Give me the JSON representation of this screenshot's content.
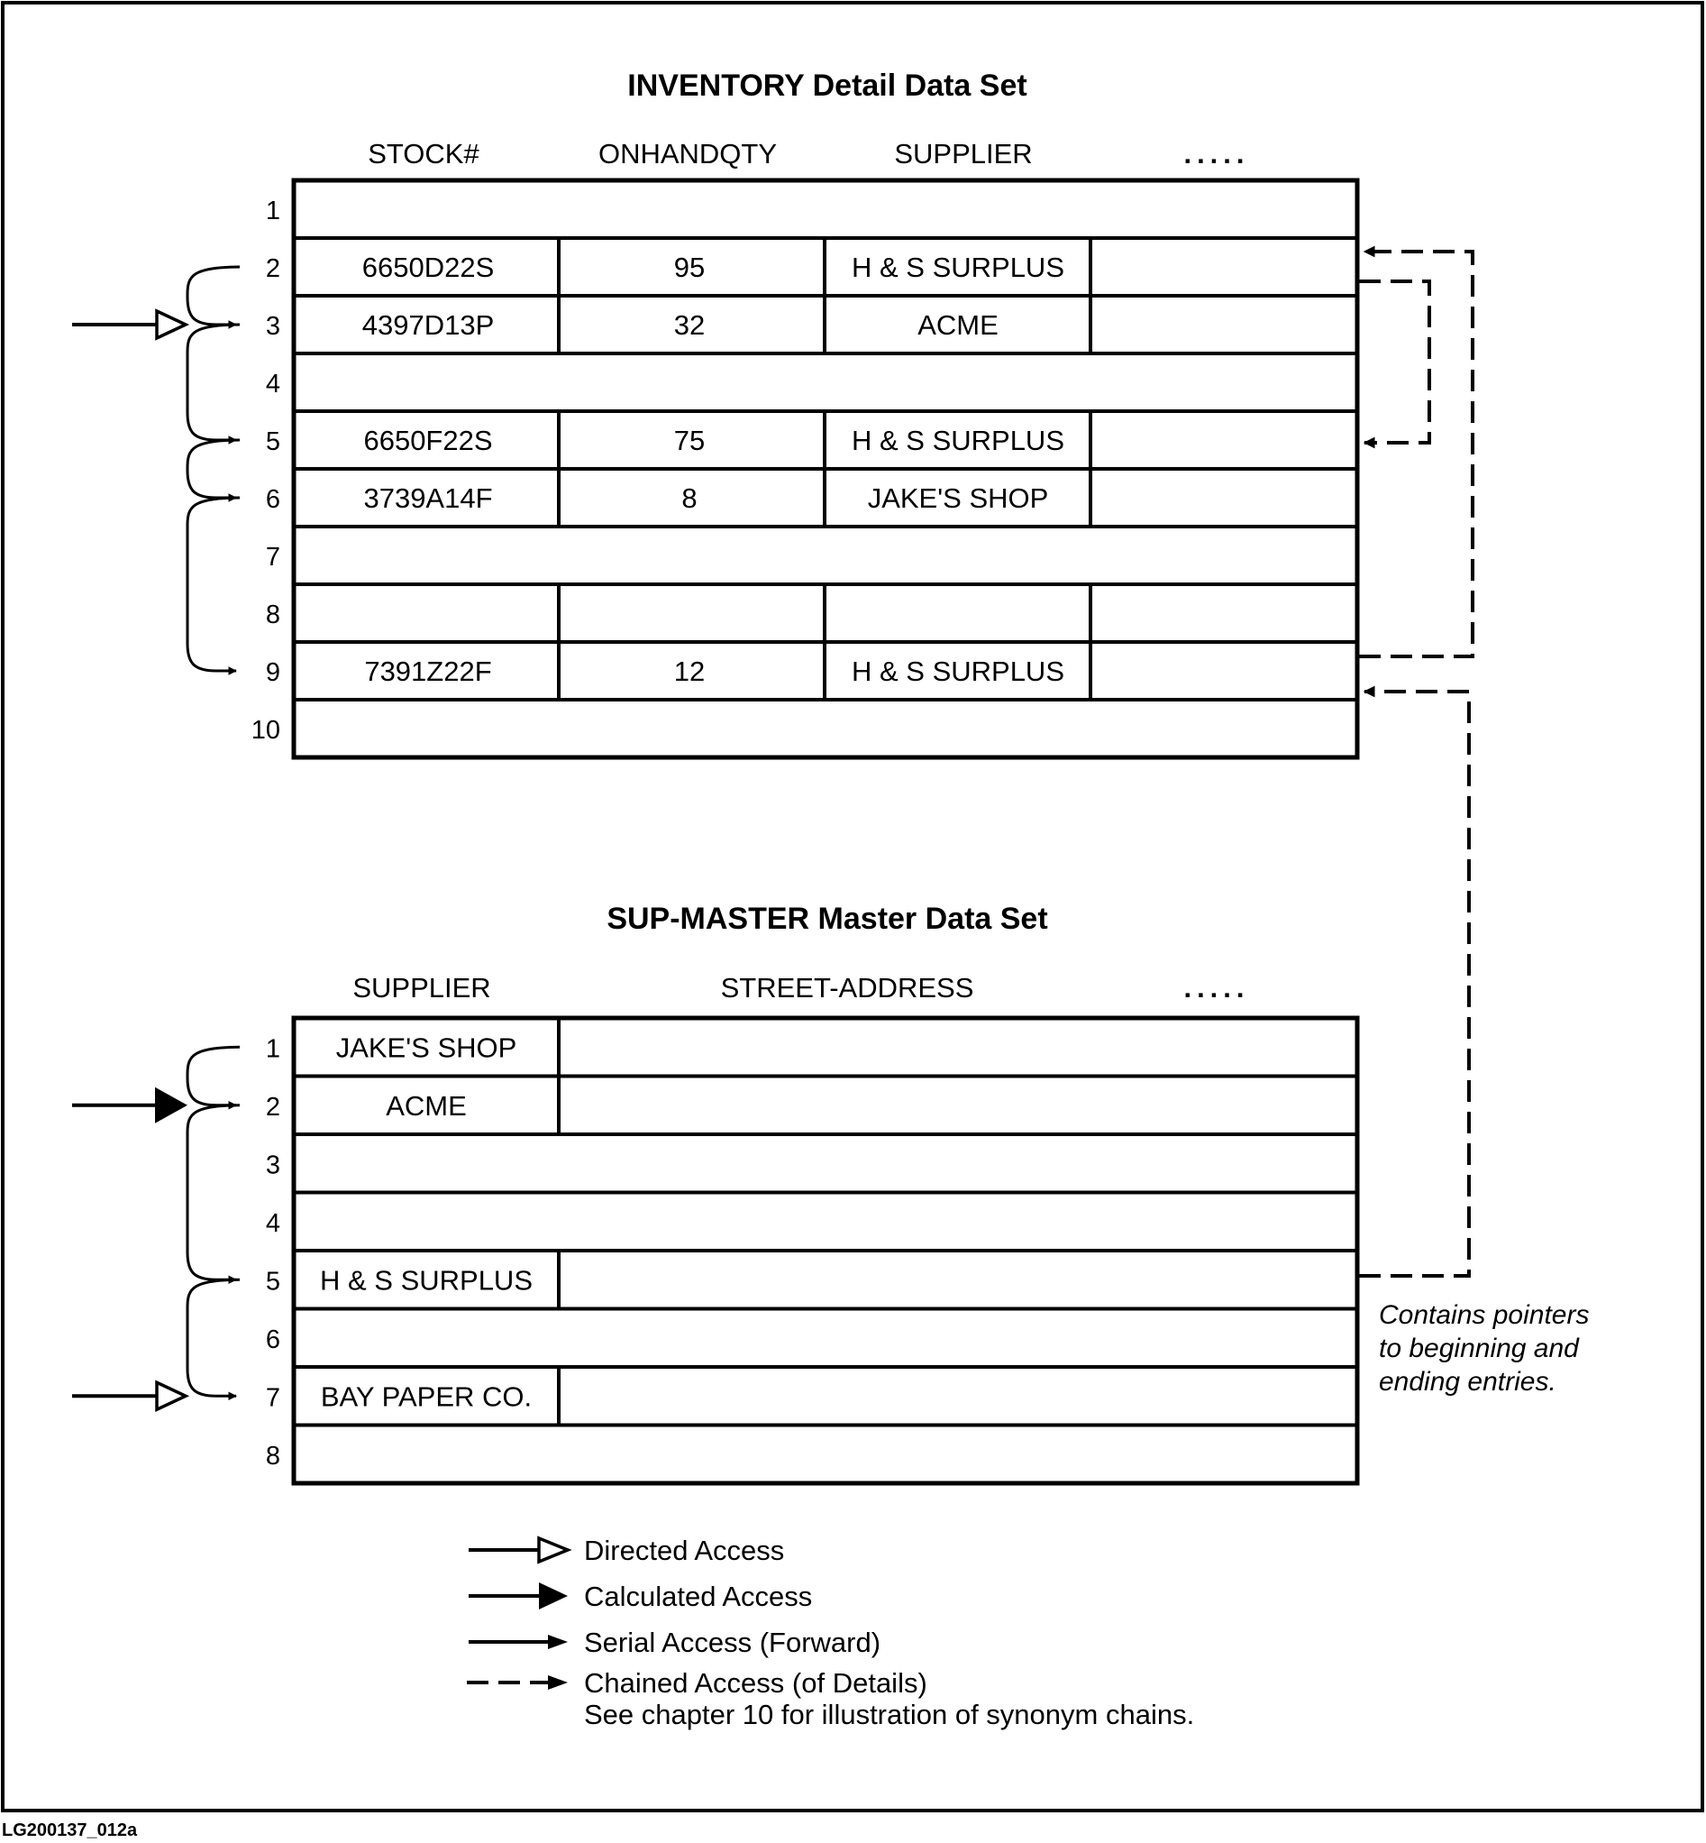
{
  "figure_id": "LG200137_012a",
  "inventory": {
    "title": "INVENTORY Detail Data Set",
    "columns": [
      "STOCK#",
      "ONHANDQTY",
      "SUPPLIER",
      "....."
    ],
    "rows": [
      {
        "num": "1",
        "cells": null
      },
      {
        "num": "2",
        "cells": [
          "6650D22S",
          "95",
          "H & S SURPLUS",
          ""
        ]
      },
      {
        "num": "3",
        "cells": [
          "4397D13P",
          "32",
          "ACME",
          ""
        ]
      },
      {
        "num": "4",
        "cells": null
      },
      {
        "num": "5",
        "cells": [
          "6650F22S",
          "75",
          "H & S SURPLUS",
          ""
        ]
      },
      {
        "num": "6",
        "cells": [
          "3739A14F",
          "8",
          "JAKE'S SHOP",
          ""
        ]
      },
      {
        "num": "7",
        "cells": null
      },
      {
        "num": "8",
        "cells": [
          "",
          "",
          "",
          ""
        ]
      },
      {
        "num": "9",
        "cells": [
          "7391Z22F",
          "12",
          "H & S SURPLUS",
          ""
        ]
      },
      {
        "num": "10",
        "cells": null
      }
    ],
    "directed_entry_row": "3",
    "serial_links": [
      [
        "2",
        "3"
      ],
      [
        "3",
        "5"
      ],
      [
        "5",
        "6"
      ],
      [
        "6",
        "9"
      ]
    ],
    "chain_links": [
      [
        "9",
        "2"
      ],
      [
        "2",
        "5"
      ]
    ]
  },
  "supmaster": {
    "title": "SUP-MASTER Master Data Set",
    "columns": [
      "SUPPLIER",
      "STREET-ADDRESS",
      "....."
    ],
    "rows": [
      {
        "num": "1",
        "cells": [
          "JAKE'S SHOP",
          ""
        ]
      },
      {
        "num": "2",
        "cells": [
          "ACME",
          ""
        ]
      },
      {
        "num": "3",
        "cells": null
      },
      {
        "num": "4",
        "cells": null
      },
      {
        "num": "5",
        "cells": [
          "H & S SURPLUS",
          ""
        ]
      },
      {
        "num": "6",
        "cells": null
      },
      {
        "num": "7",
        "cells": [
          "BAY PAPER CO.",
          ""
        ]
      },
      {
        "num": "8",
        "cells": null
      }
    ],
    "calculated_entry_row": "2",
    "directed_entry_row": "7",
    "serial_links": [
      [
        "1",
        "2"
      ],
      [
        "2",
        "5"
      ],
      [
        "5",
        "7"
      ]
    ],
    "chain_pointer_row": "5",
    "pointer_note": [
      "Contains pointers",
      "to beginning and",
      "ending entries."
    ]
  },
  "legend": [
    {
      "arrow": "directed",
      "label": "Directed  Access"
    },
    {
      "arrow": "calculated",
      "label": "Calculated Access"
    },
    {
      "arrow": "serial",
      "label": "Serial Access (Forward)"
    },
    {
      "arrow": "chained",
      "label": "Chained Access (of Details)",
      "sublabel": "See chapter 10 for illustration of synonym chains."
    }
  ]
}
